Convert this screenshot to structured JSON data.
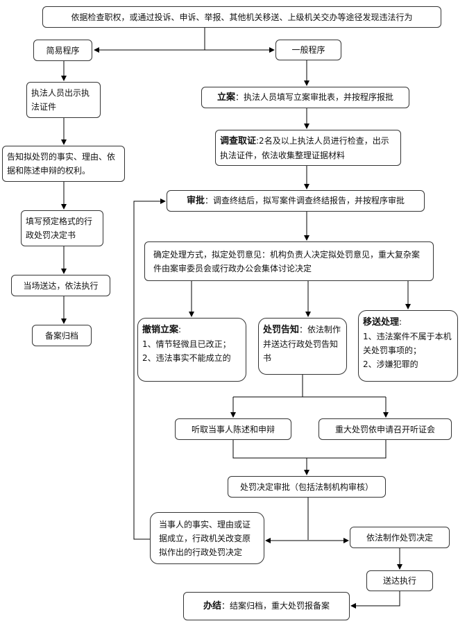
{
  "start": "依据检查职权，或通过投诉、申诉、举报、其他机关移送、上级机关交办等途径发现违法行为",
  "simple": {
    "title": "简易程序",
    "steps": [
      "执法人员出示执法证件",
      "告知拟处罚的事实、理由、依据和陈述申辩的权利。",
      "填写预定格式的行政处罚决定书",
      "当场送达，依法执行",
      "备案归档"
    ]
  },
  "general": {
    "title": "一般程序",
    "filing": {
      "heading": "立案",
      "text": "：执法人员填写立案审批表，并按程序报批"
    },
    "investigation": {
      "heading": "调查取证",
      "text": ":2名及以上执法人员进行检查，出示执法证件，依法收集整理证据材料"
    },
    "approval": {
      "heading": "审批",
      "text": "：调查终结后，拟写案件调查终结报告，并按程序审批"
    },
    "decide": "确定处理方式，拟定处罚意见：机构负责人决定拟处罚意见，重大复杂案件由案审委员会或行政办公会集体讨论决定",
    "revoke": {
      "heading": "撤销立案",
      "text": ":",
      "items": [
        "1、情节轻微且已改正；",
        "2、违法事实不能成立的"
      ]
    },
    "notice": {
      "heading": "处罚告知",
      "text": "：依法制作并送达行政处罚告知书"
    },
    "transfer": {
      "heading": "移送处理",
      "text": ":",
      "items": [
        "1、违法案件不属于本机关处罚事项的；",
        "2、涉嫌犯罪的"
      ]
    },
    "hear": "听取当事人陈述和申辩",
    "hearing": "重大处罚依申请召开听证会",
    "decision_approval": "处罚决定审批（包括法制机构审核）",
    "change": "当事人的事实、理由或证据成立，行政机关改变原拟作出的行政处罚决定",
    "make_decision": "依法制作处罚决定",
    "deliver": "送达执行",
    "close": {
      "heading": "办结",
      "text": "：结案归档，重大处罚报备案"
    }
  }
}
